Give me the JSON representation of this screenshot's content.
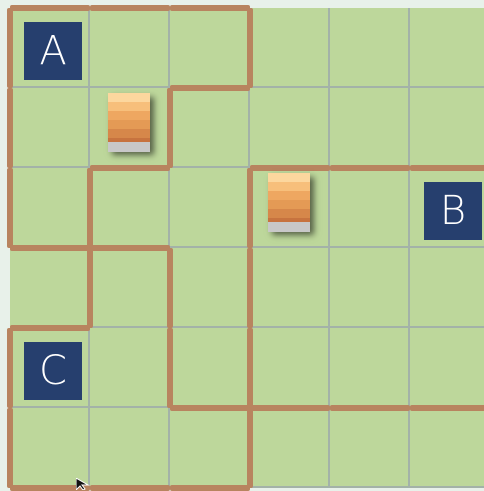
{
  "board": {
    "rows": 6,
    "cols": 6,
    "colors": {
      "cell": "#bdd79b",
      "grid": "#a3b2a8",
      "wall": "#b8845f",
      "label_bg": "#263f6e",
      "label_text": "#ffffff"
    }
  },
  "labels": {
    "a": {
      "text": "A",
      "row": 0,
      "col": 0
    },
    "b": {
      "text": "B",
      "row": 2,
      "col": 5
    },
    "c": {
      "text": "C",
      "row": 4,
      "col": 0
    }
  },
  "blocks": [
    {
      "row": 1,
      "col": 1
    },
    {
      "row": 2,
      "col": 3
    }
  ],
  "walls": {
    "horizontal": [
      {
        "r": 0,
        "c": 0
      },
      {
        "r": 0,
        "c": 1
      },
      {
        "r": 0,
        "c": 2
      },
      {
        "r": 1,
        "c": 2
      },
      {
        "r": 2,
        "c": 1
      },
      {
        "r": 2,
        "c": 3
      },
      {
        "r": 2,
        "c": 4
      },
      {
        "r": 2,
        "c": 5
      },
      {
        "r": 3,
        "c": 0
      },
      {
        "r": 3,
        "c": 1
      },
      {
        "r": 4,
        "c": 0
      },
      {
        "r": 5,
        "c": 2
      },
      {
        "r": 5,
        "c": 3
      },
      {
        "r": 5,
        "c": 4
      },
      {
        "r": 5,
        "c": 5
      },
      {
        "r": 6,
        "c": 0
      },
      {
        "r": 6,
        "c": 1
      },
      {
        "r": 6,
        "c": 2
      }
    ],
    "vertical": [
      {
        "r": 0,
        "c": 0
      },
      {
        "r": 0,
        "c": 3
      },
      {
        "r": 1,
        "c": 0
      },
      {
        "r": 1,
        "c": 2
      },
      {
        "r": 2,
        "c": 0
      },
      {
        "r": 2,
        "c": 1
      },
      {
        "r": 2,
        "c": 3
      },
      {
        "r": 3,
        "c": 1
      },
      {
        "r": 3,
        "c": 2
      },
      {
        "r": 3,
        "c": 3
      },
      {
        "r": 4,
        "c": 0
      },
      {
        "r": 4,
        "c": 2
      },
      {
        "r": 4,
        "c": 3
      },
      {
        "r": 5,
        "c": 0
      },
      {
        "r": 5,
        "c": 3
      }
    ]
  },
  "cursor": {
    "icon": "mouse-pointer-icon"
  }
}
